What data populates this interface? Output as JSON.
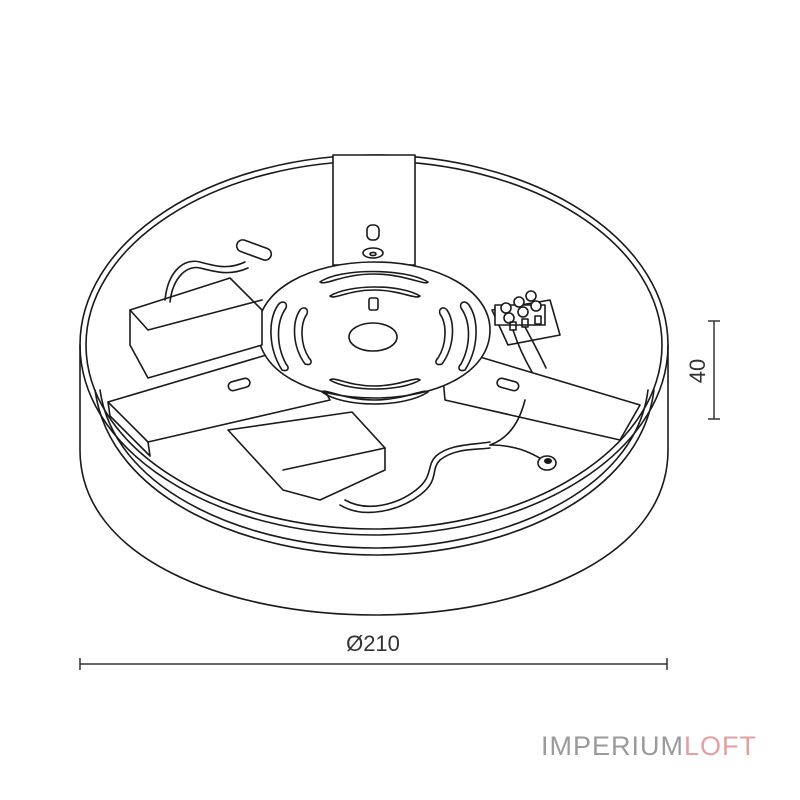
{
  "drawing": {
    "subject": "round ceiling lamp housing with mounting bracket, driver and terminal block",
    "line_color": "#1a1a1a",
    "background": "#ffffff"
  },
  "dimensions": {
    "diameter_label": "Ø210",
    "height_label": "40"
  },
  "logo": {
    "part1": "IMPERIUM",
    "part2": "LOFT",
    "part1_color": "#9a9a9a",
    "part2_color": "#e2a0a3"
  }
}
